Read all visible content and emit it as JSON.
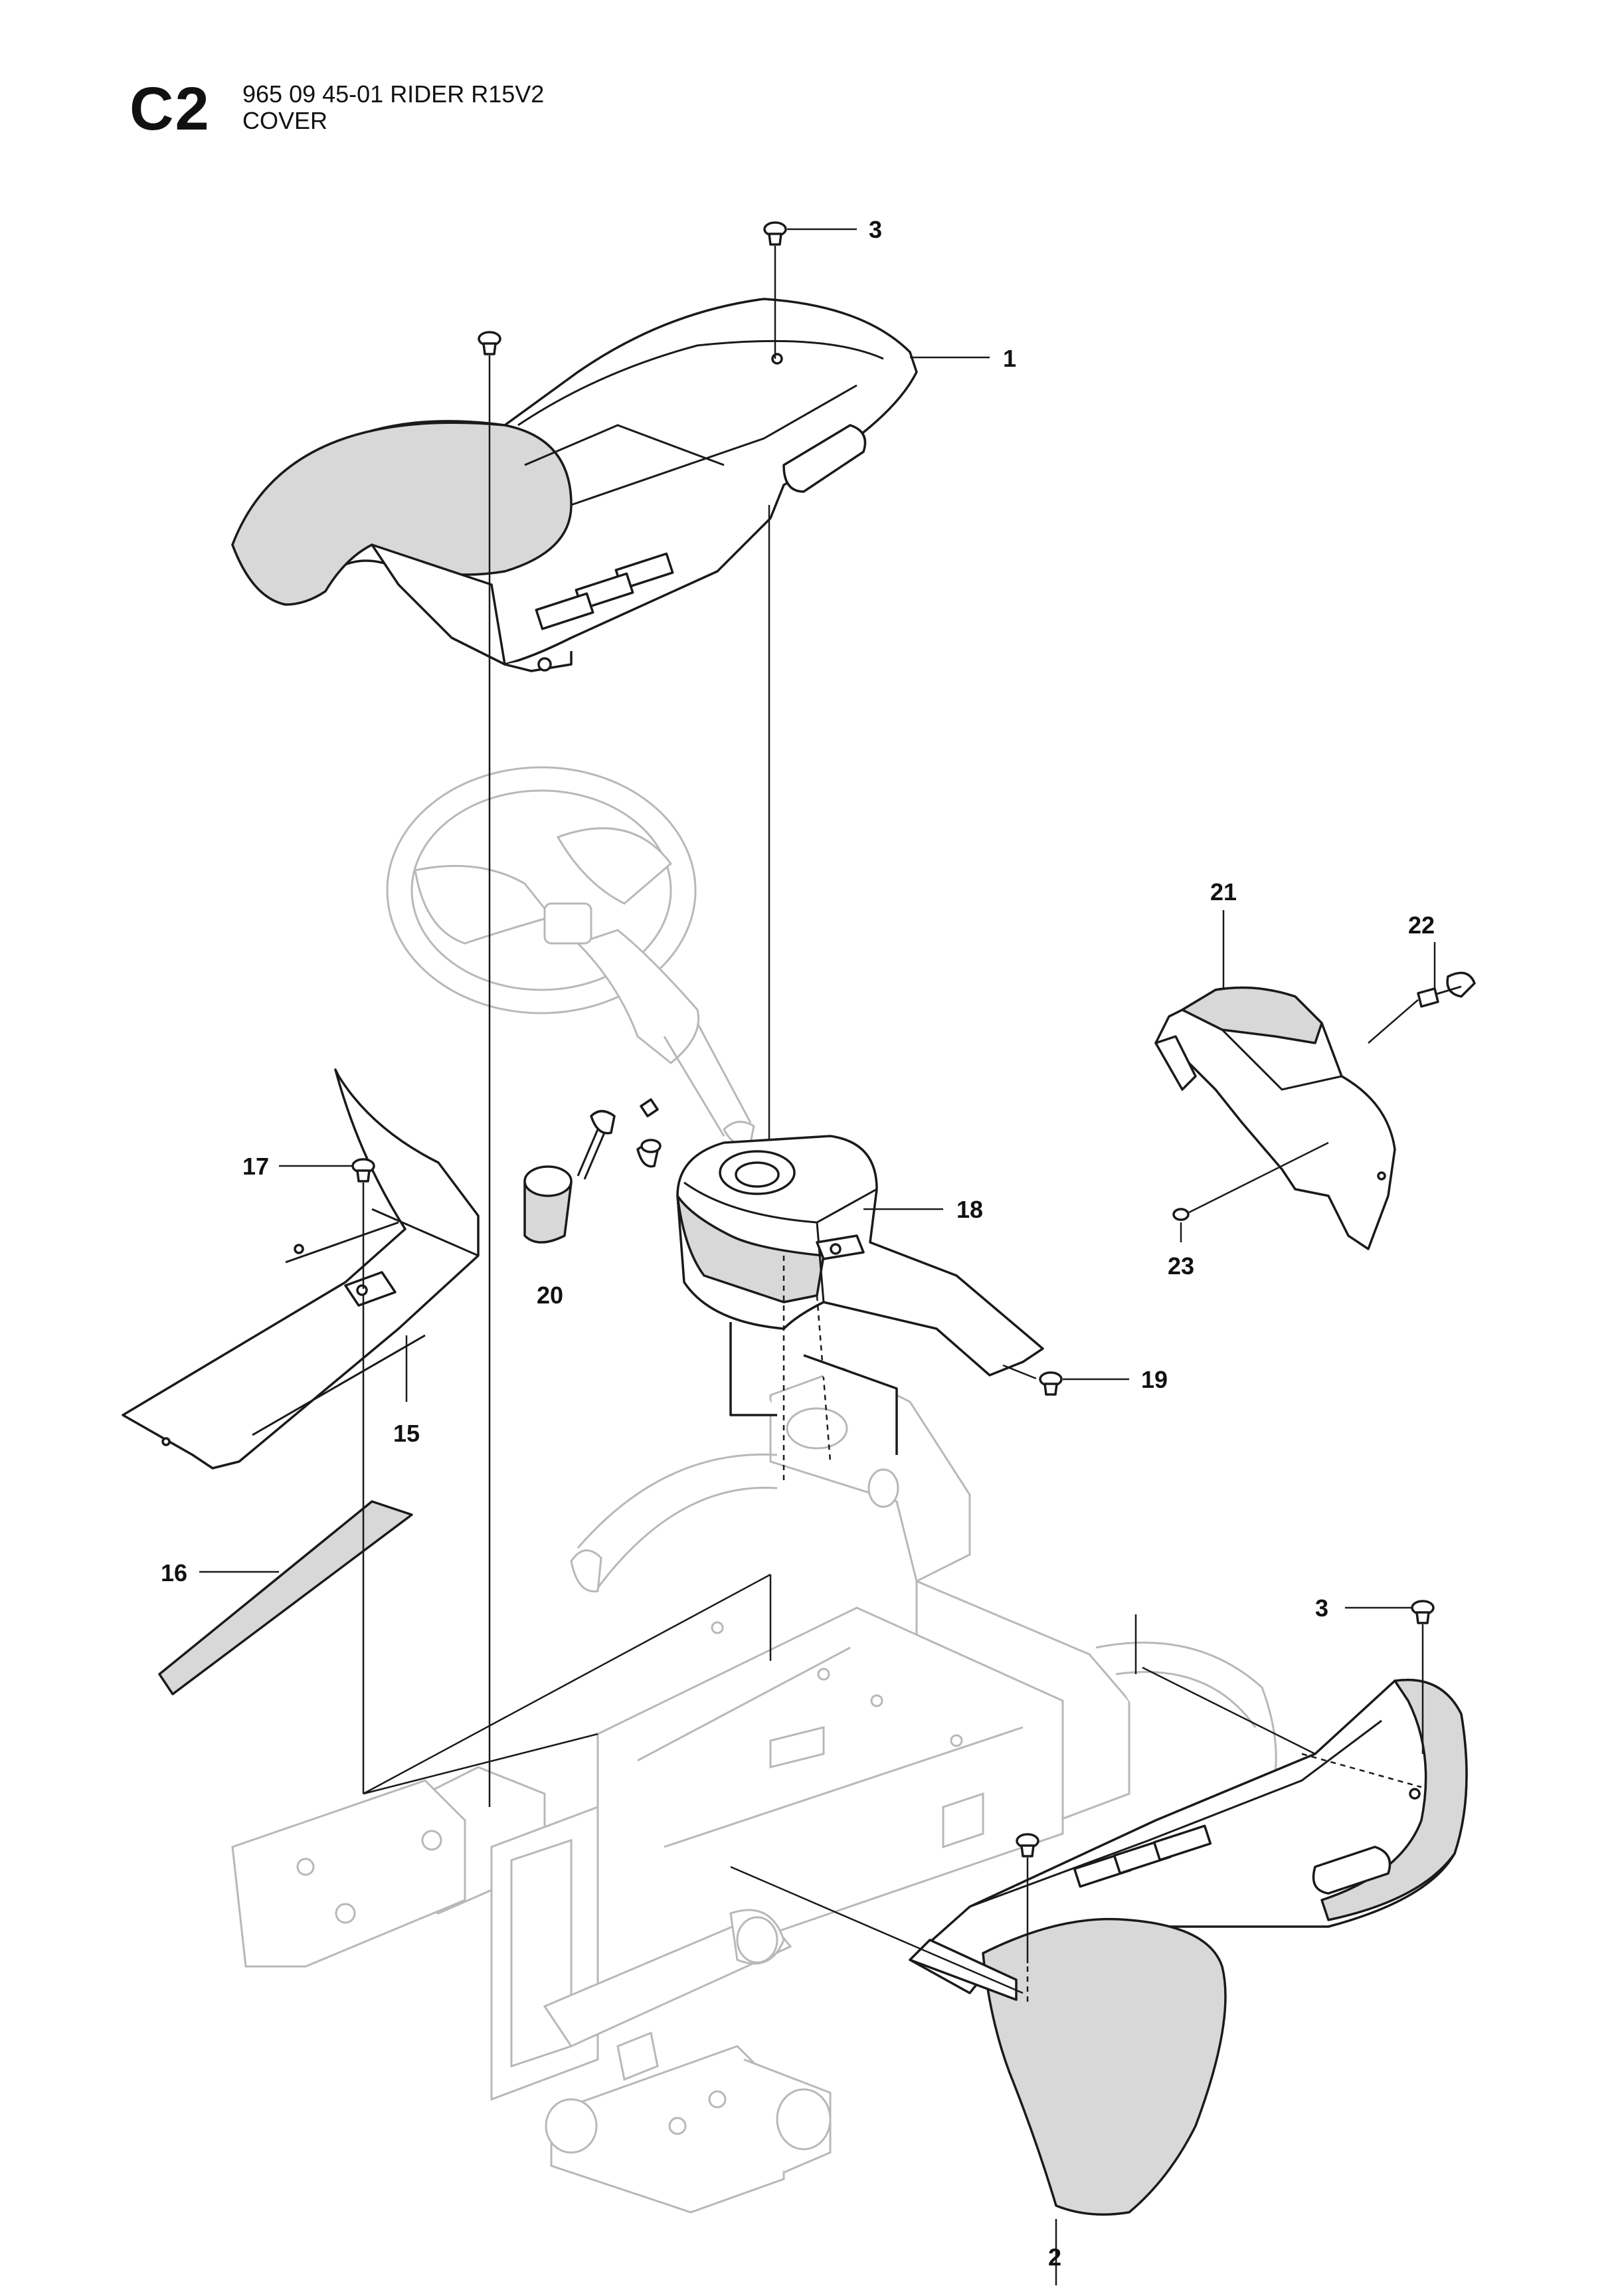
{
  "header": {
    "section_code": "C2",
    "title_line1": "965 09 45-01 RIDER R15V2",
    "title_line2": "COVER"
  },
  "callouts": [
    {
      "id": "c1",
      "label": "1"
    },
    {
      "id": "c2",
      "label": "2"
    },
    {
      "id": "c3a",
      "label": "3"
    },
    {
      "id": "c3b",
      "label": "3"
    },
    {
      "id": "c15",
      "label": "15"
    },
    {
      "id": "c16",
      "label": "16"
    },
    {
      "id": "c17",
      "label": "17"
    },
    {
      "id": "c18",
      "label": "18"
    },
    {
      "id": "c19",
      "label": "19"
    },
    {
      "id": "c20",
      "label": "20"
    },
    {
      "id": "c21",
      "label": "21"
    },
    {
      "id": "c22",
      "label": "22"
    },
    {
      "id": "c23",
      "label": "23"
    }
  ]
}
